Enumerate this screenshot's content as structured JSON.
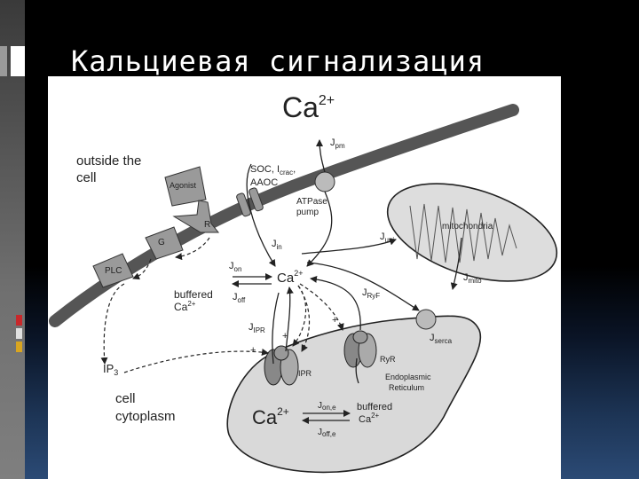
{
  "slide": {
    "title": "Кальциевая сигнализация"
  },
  "diagram": {
    "ca_top": "Ca",
    "ca_top_sup": "2+",
    "outside_line1": "outside the",
    "outside_line2": "cell",
    "agonist": "Agonist",
    "r": "R",
    "g": "G",
    "plc": "PLC",
    "soc_line1": "SOC, I",
    "soc_sub": "crac",
    "soc_tail": ",",
    "aaoc": "AAOC",
    "atpase_line1": "ATPase",
    "atpase_line2": "pump",
    "j": "J",
    "pm": "pm",
    "in": "in",
    "uni": "uni",
    "on": "on",
    "off": "off",
    "ipr_sub": "IPR",
    "ryf": "RyF",
    "serca": "serca",
    "mito": "mito",
    "mitochondria": "mitochondria",
    "ca_center": "Ca",
    "ca_center_sup": "2+",
    "buffered": "buffered",
    "buffered_ca": "Ca",
    "buffered_ca_sup": "2+",
    "ipr_label": "IPR",
    "ryr_label": "RyR",
    "er_line1": "Endoplasmic",
    "er_line2": "Reticulum",
    "ca_er": "Ca",
    "ca_er_sup": "2+",
    "on_e": "on,e",
    "off_e": "off,e",
    "buffered_er": "buffered",
    "buffered_er_ca": "Ca",
    "buffered_er_sup": "2+",
    "ip3": "IP",
    "ip3_sub": "3",
    "cytoplasm_line1": "cell",
    "cytoplasm_line2": "cytoplasm",
    "plus": "+"
  }
}
